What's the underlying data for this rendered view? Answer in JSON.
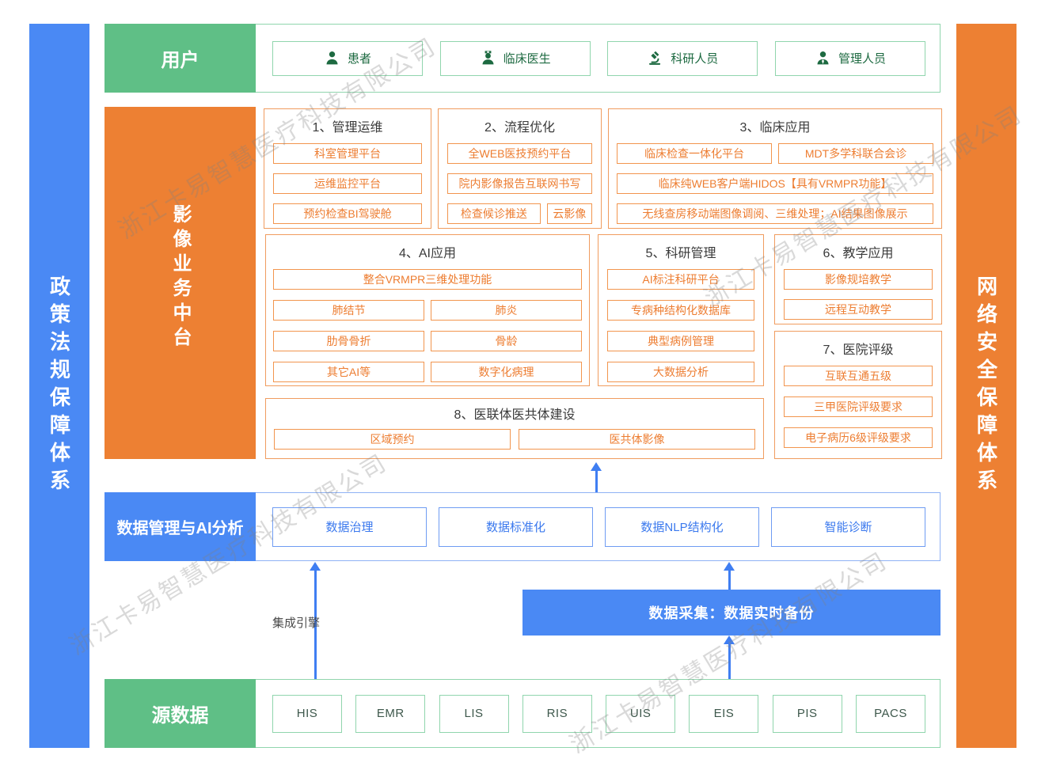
{
  "watermark": {
    "text": "浙江卡易智慧医疗科技有限公司"
  },
  "left_bar": {
    "label": "政策法规保障体系"
  },
  "right_bar": {
    "label": "网络安全保障体系"
  },
  "user_row": {
    "label": "用户",
    "items": [
      {
        "label": "患者",
        "icon": "patient-icon"
      },
      {
        "label": "临床医生",
        "icon": "doctor-icon"
      },
      {
        "label": "科研人员",
        "icon": "microscope-icon"
      },
      {
        "label": "管理人员",
        "icon": "manager-icon"
      }
    ]
  },
  "platform": {
    "label": "影像业务中台",
    "groups": [
      {
        "title": "1、管理运维",
        "items": [
          "科室管理平台",
          "运维监控平台",
          "预约检查BI驾驶舱"
        ]
      },
      {
        "title": "2、流程优化",
        "items": [
          "全WEB医技预约平台",
          "院内影像报告互联网书写",
          "检查候诊推送",
          "云影像"
        ]
      },
      {
        "title": "3、临床应用",
        "items": [
          "临床检查一体化平台",
          "MDT多学科联合会诊",
          "临床纯WEB客户端HIDOS【具有VRMPR功能】",
          "无线查房移动端图像调阅、三维处理；AI结果图像展示"
        ]
      },
      {
        "title": "4、AI应用",
        "items": [
          "整合VRMPR三维处理功能",
          "肺结节",
          "肺炎",
          "肋骨骨折",
          "骨龄",
          "其它AI等",
          "数字化病理"
        ]
      },
      {
        "title": "5、科研管理",
        "items": [
          "AI标注科研平台",
          "专病种结构化数据库",
          "典型病例管理",
          "大数据分析"
        ]
      },
      {
        "title": "6、教学应用",
        "items": [
          "影像规培教学",
          "远程互动教学"
        ]
      },
      {
        "title": "7、医院评级",
        "items": [
          "互联互通五级",
          "三甲医院评级要求",
          "电子病历6级评级要求"
        ]
      },
      {
        "title": "8、医联体医共体建设",
        "items": [
          "区域预约",
          "医共体影像"
        ]
      }
    ]
  },
  "data_mgmt_row": {
    "label": "数据管理与AI分析",
    "items": [
      "数据治理",
      "数据标准化",
      "数据NLP结构化",
      "智能诊断"
    ]
  },
  "integration": {
    "engine_label": "集成引擎",
    "collection_label": "数据采集：数据实时备份"
  },
  "source_row": {
    "label": "源数据",
    "items": [
      "HIS",
      "EMR",
      "LIS",
      "RIS",
      "UIS",
      "EIS",
      "PIS",
      "PACS"
    ]
  },
  "colors": {
    "green": "#5fbf86",
    "orange": "#ed8033",
    "blue": "#4a89f4",
    "orange_text": "#ed7d31",
    "blue_text": "#3b79ee",
    "dark_green_text": "#1d6a41"
  }
}
